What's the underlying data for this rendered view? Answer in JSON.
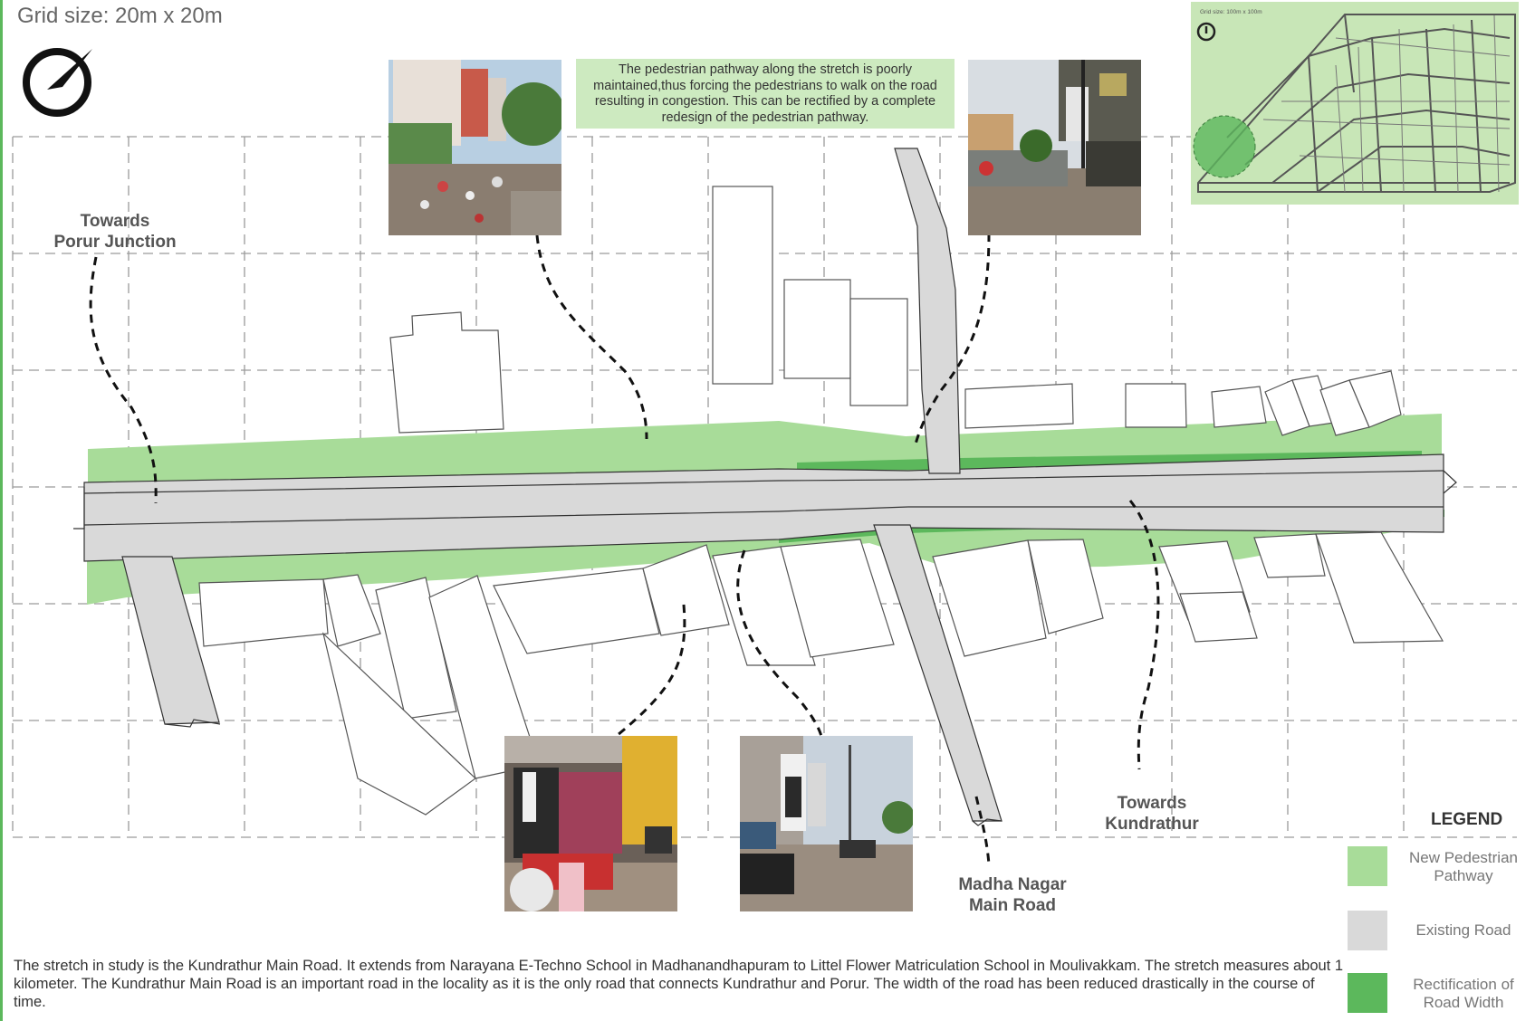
{
  "grid_label": "Grid size: 20m x 20m",
  "callout": {
    "text": "The pedestrian pathway along the stretch is poorly maintained,thus forcing the pedestrians to walk on the road resulting in congestion. This can be rectified by a complete redesign of the pedestrian pathway."
  },
  "labels": {
    "porur": [
      "Towards",
      "Porur Junction"
    ],
    "kundrathur": [
      "Towards",
      "Kundrathur"
    ],
    "madha_nagar": [
      "Madha Nagar",
      "Main Road"
    ]
  },
  "description": "The stretch in study is the Kundrathur Main Road. It extends from Narayana E-Techno School in Madhanandhapuram to Littel Flower Matriculation School in Moulivakkam. The stretch measures about 1 kilometer. The Kundrathur Main Road is an important road in the locality as it is the only road that connects Kundrathur and Porur. The width of the road has been reduced drastically in the course of time.",
  "legend": {
    "title": "LEGEND",
    "items": [
      {
        "lines": [
          "New Pedestrian",
          "Pathway"
        ],
        "color": "#a8dc99"
      },
      {
        "lines": [
          "Existing Road"
        ],
        "color": "#d9d9d9"
      },
      {
        "lines": [
          "Rectification of",
          "Road Width"
        ],
        "color": "#5cb85c"
      }
    ]
  },
  "key_map": {
    "label": "Grid size: 100m x 100m",
    "icon": "compass-icon"
  },
  "icons": {
    "north_arrow": "compass-icon"
  },
  "photos": [
    {
      "name": "photo-garbage-dump",
      "icon": "photo"
    },
    {
      "name": "photo-street-shops",
      "icon": "photo"
    },
    {
      "name": "photo-clothing-shop",
      "icon": "photo"
    },
    {
      "name": "photo-shops-street",
      "icon": "photo"
    }
  ],
  "colors": {
    "pathway": "#a8dc99",
    "existing_road": "#d9d9d9",
    "rectification": "#5cb85c",
    "grid": "#9a9a9a"
  }
}
